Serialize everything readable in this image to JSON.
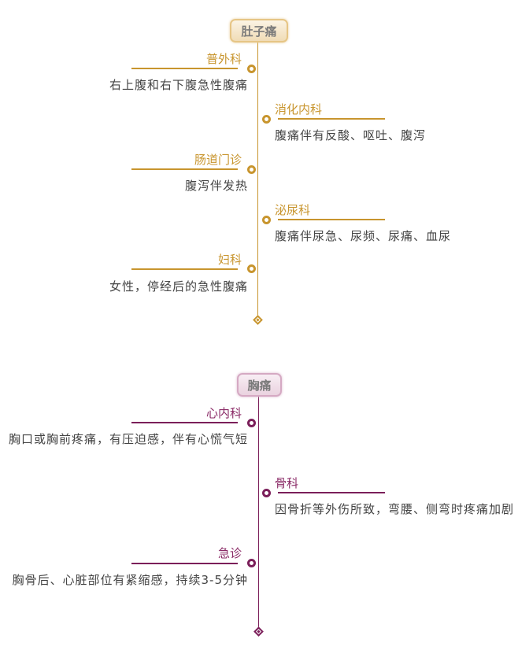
{
  "sections": [
    {
      "title": "肚子痛",
      "colors": {
        "line": "#c8952e",
        "label": "#c8952e"
      },
      "items": [
        {
          "side": "left",
          "department": "普外科",
          "description": "右上腹和右下腹急性腹痛"
        },
        {
          "side": "right",
          "department": "消化内科",
          "description": "腹痛伴有反酸、呕吐、腹泻"
        },
        {
          "side": "left",
          "department": "肠道门诊",
          "description": "腹泻伴发热"
        },
        {
          "side": "right",
          "department": "泌尿科",
          "description": "腹痛伴尿急、尿频、尿痛、血尿"
        },
        {
          "side": "left",
          "department": "妇科",
          "description": "女性，停经后的急性腹痛"
        }
      ]
    },
    {
      "title": "胸痛",
      "colors": {
        "line": "#7b1f5a",
        "label": "#8a2a66"
      },
      "items": [
        {
          "side": "left",
          "department": "心内科",
          "description": "胸口或胸前疼痛，有压迫感，伴有心慌气短"
        },
        {
          "side": "right",
          "department": "骨科",
          "description": "因骨折等外伤所致，弯腰、侧弯时疼痛加剧"
        },
        {
          "side": "left",
          "department": "急诊",
          "description": "胸骨后、心脏部位有紧缩感，持续3-5分钟"
        }
      ]
    }
  ]
}
